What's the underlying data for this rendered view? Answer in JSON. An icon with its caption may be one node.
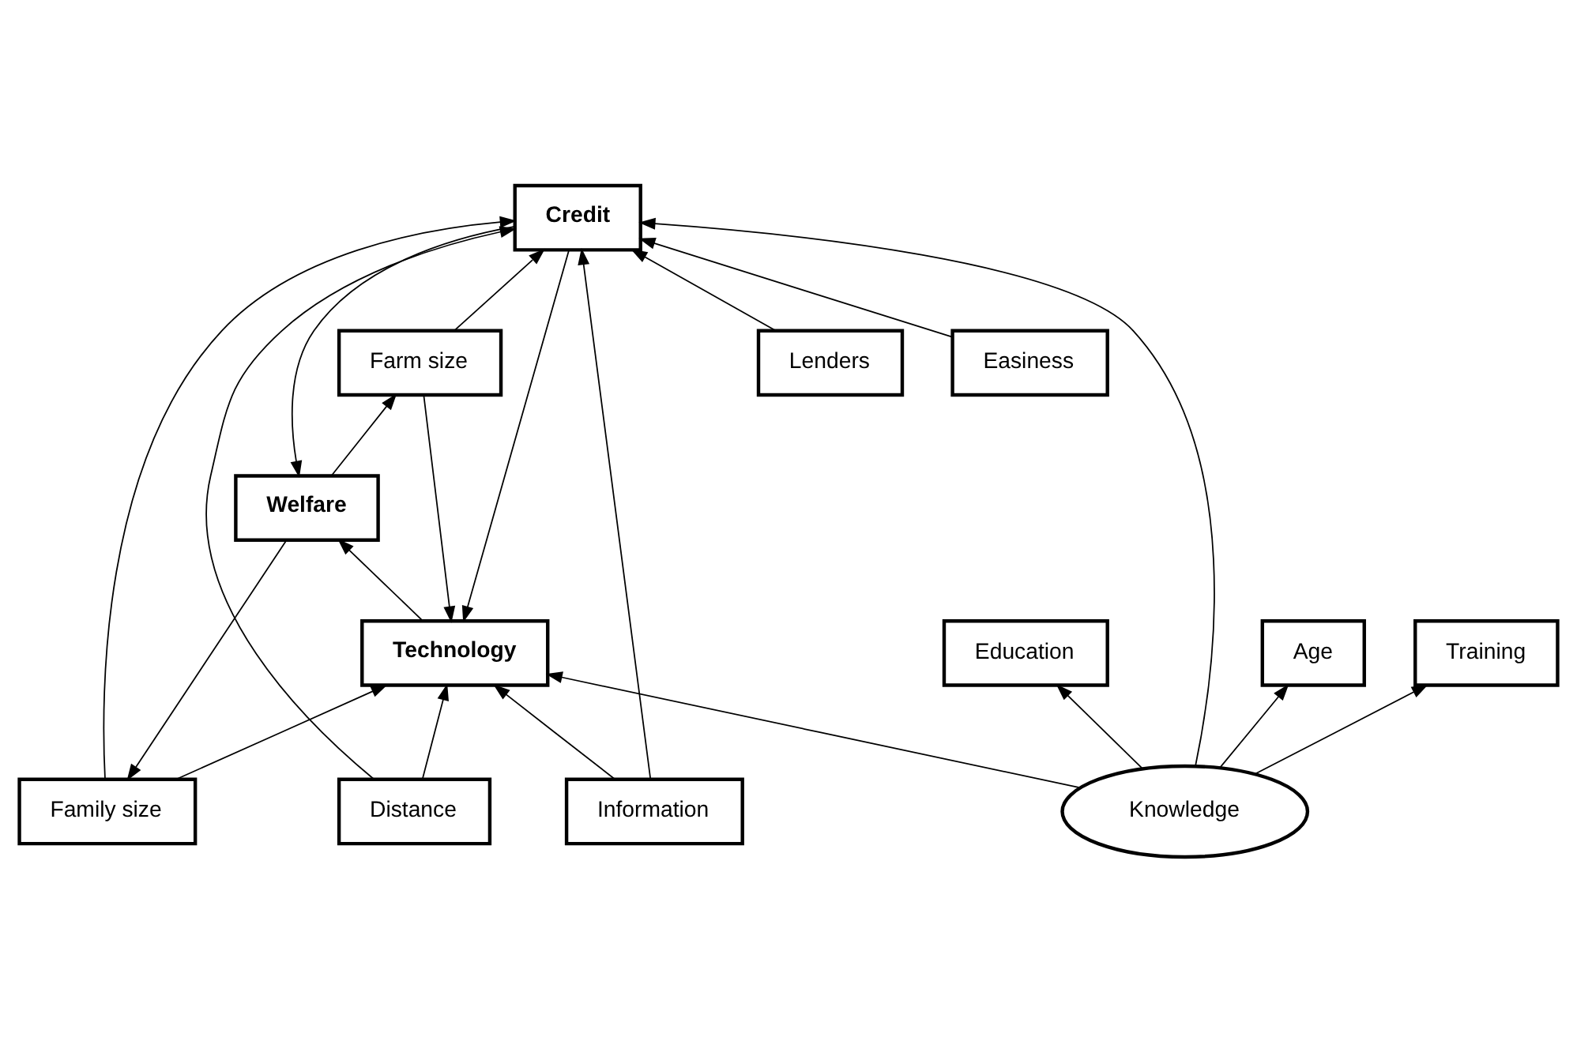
{
  "diagram": {
    "nodes": [
      {
        "text": [
          "Family size"
        ]
      },
      {
        "text": [
          "Age"
        ]
      },
      {
        "text": [
          "Training"
        ]
      },
      {
        "text": [
          "Education"
        ]
      },
      {
        "text": [
          "Technology"
        ]
      },
      {
        "text": [
          "Knowledge"
        ]
      },
      {
        "text": [
          "Welfare"
        ]
      },
      {
        "text": [
          "Credit"
        ]
      },
      {
        "text": [
          "Distance"
        ]
      },
      {
        "text": [
          "Farm size"
        ]
      },
      {
        "text": [
          "Lenders"
        ]
      },
      {
        "text": [
          "Easiness"
        ]
      },
      {
        "text": [
          "Information"
        ]
      }
    ],
    "edges": [
      {
        "from": 0,
        "to": 4,
        "arrow": "to"
      },
      {
        "from": 0,
        "to": 7,
        "arrow": "to"
      },
      {
        "from": 6,
        "to": 0,
        "arrow": "to"
      },
      {
        "from": 6,
        "to": 9,
        "arrow": "to"
      },
      {
        "from": 5,
        "to": 1,
        "arrow": "to"
      },
      {
        "from": 5,
        "to": 2,
        "arrow": "to"
      },
      {
        "from": 5,
        "to": 3,
        "arrow": "to"
      },
      {
        "from": 5,
        "to": 4,
        "arrow": "to"
      },
      {
        "from": 5,
        "to": 7,
        "arrow": "to"
      },
      {
        "from": 4,
        "to": 6,
        "arrow": "to"
      },
      {
        "from": 7,
        "to": 6,
        "arrow": "to"
      },
      {
        "from": 7,
        "to": 4,
        "arrow": "to"
      },
      {
        "from": 9,
        "to": 4,
        "arrow": "to"
      },
      {
        "from": 9,
        "to": 7,
        "arrow": "to"
      },
      {
        "from": 10,
        "to": 7,
        "arrow": "to"
      },
      {
        "from": 11,
        "to": 7,
        "arrow": "to"
      },
      {
        "from": 12,
        "to": 7,
        "arrow": "to"
      },
      {
        "from": 12,
        "to": 4,
        "arrow": "to"
      },
      {
        "from": 8,
        "to": 7,
        "arrow": "to"
      },
      {
        "from": 8,
        "to": 4,
        "arrow": "to"
      }
    ]
  }
}
